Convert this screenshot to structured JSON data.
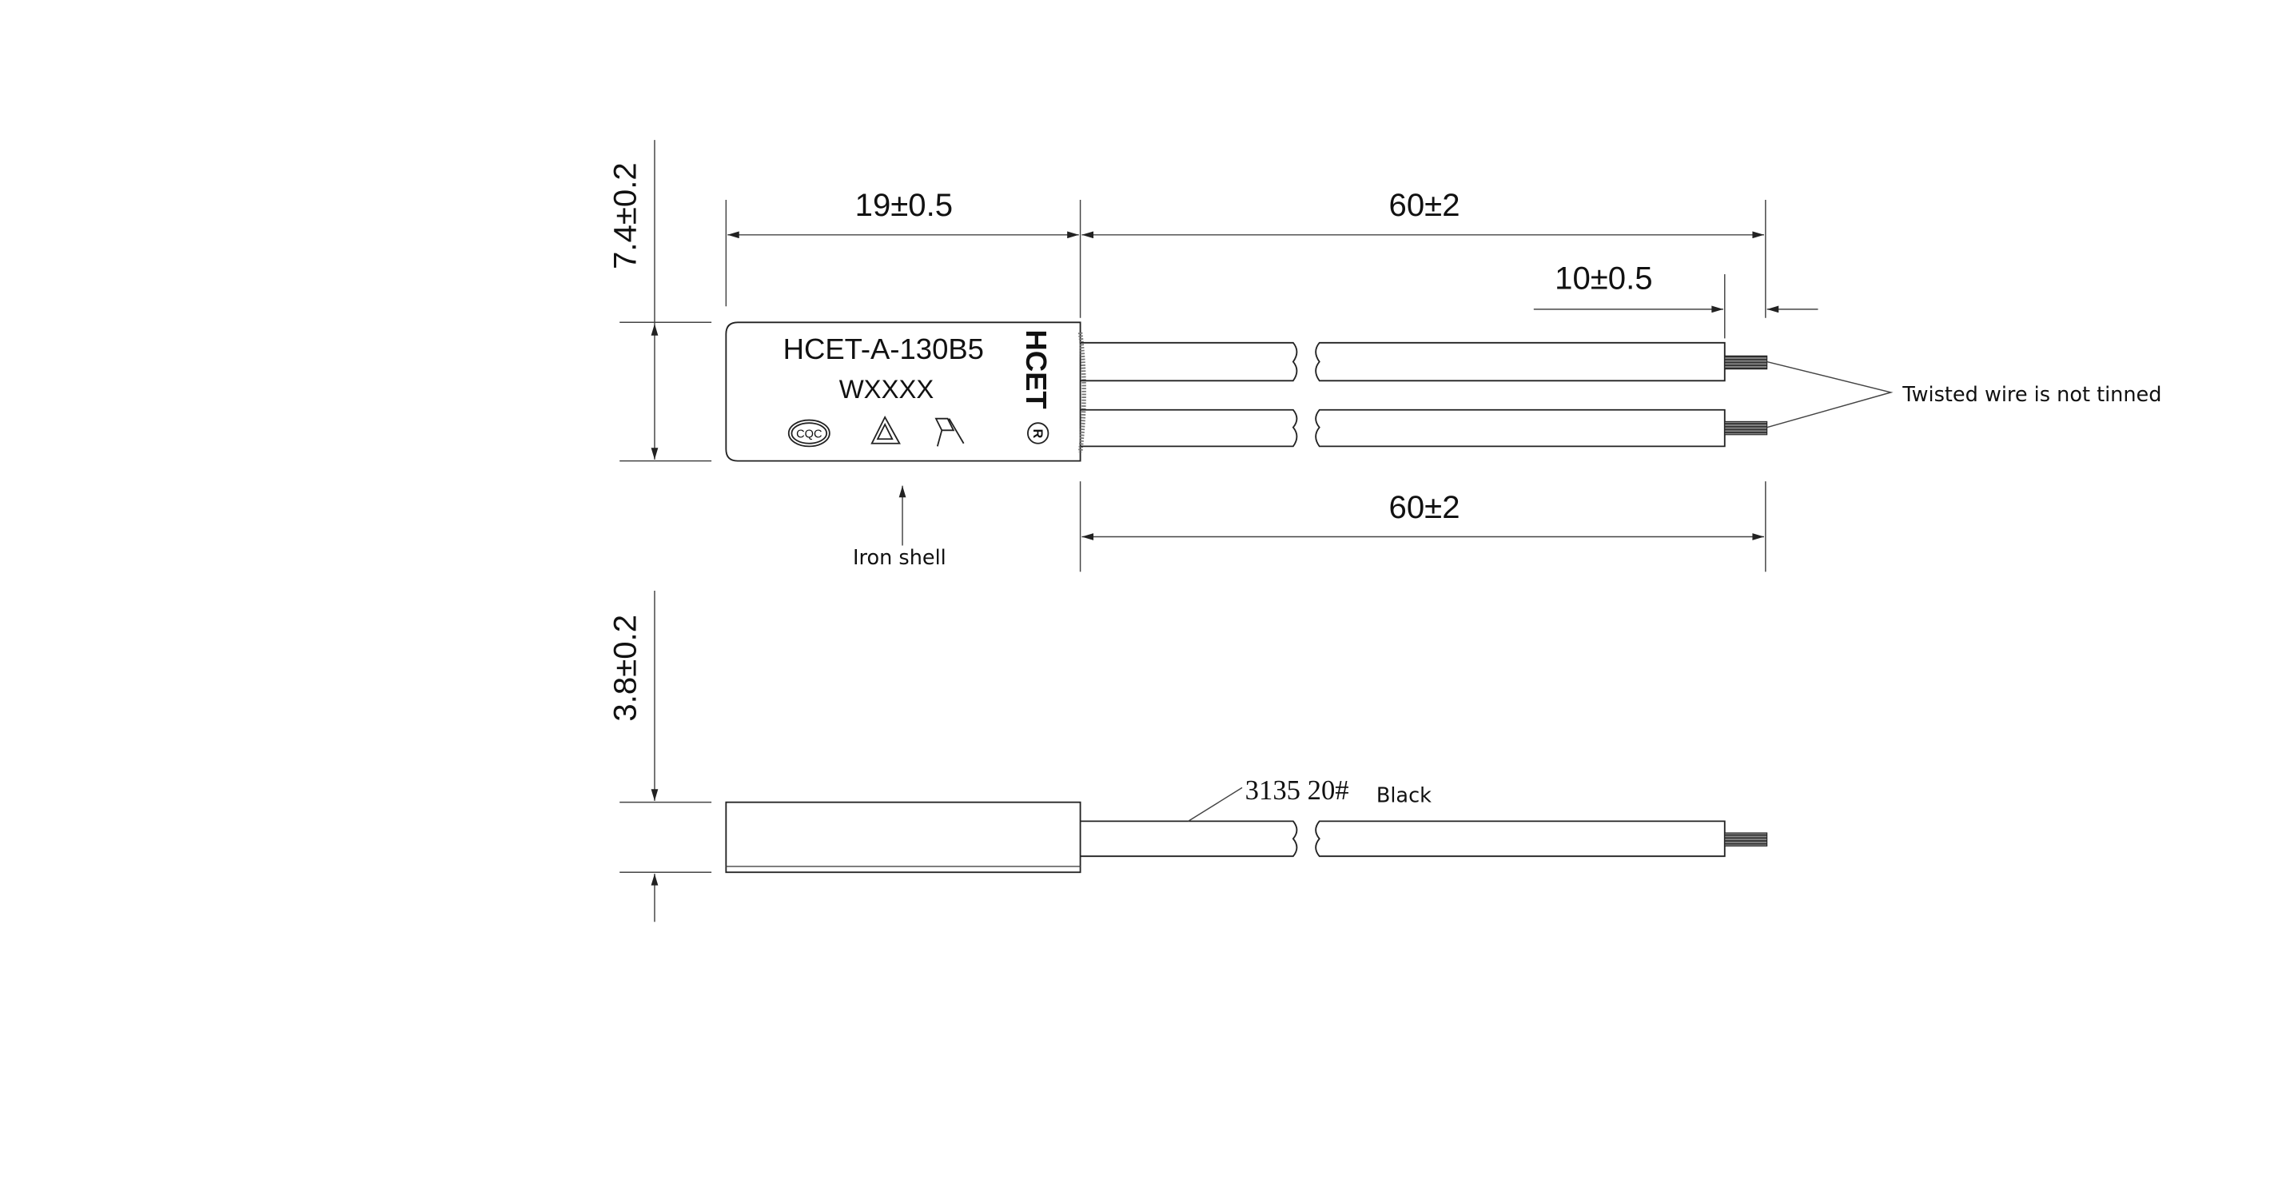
{
  "drawing": {
    "part_number": "HCET-A-130B5",
    "date_code": "WXXXX",
    "brand": "HCET",
    "registered_mark": "R",
    "cert_marks": [
      "CQC"
    ],
    "dimensions": {
      "body_length": "19±0.5",
      "wire_length_top": "60±2",
      "strip_length": "10±0.5",
      "wire_length_bottom": "60±2",
      "body_width": "7.4±0.2",
      "body_thickness": "3.8±0.2"
    },
    "notes": {
      "twisted_wire": "Twisted wire is not tinned",
      "shell": "Iron shell",
      "wire_spec": "3135  20#",
      "wire_color": "Black"
    }
  }
}
